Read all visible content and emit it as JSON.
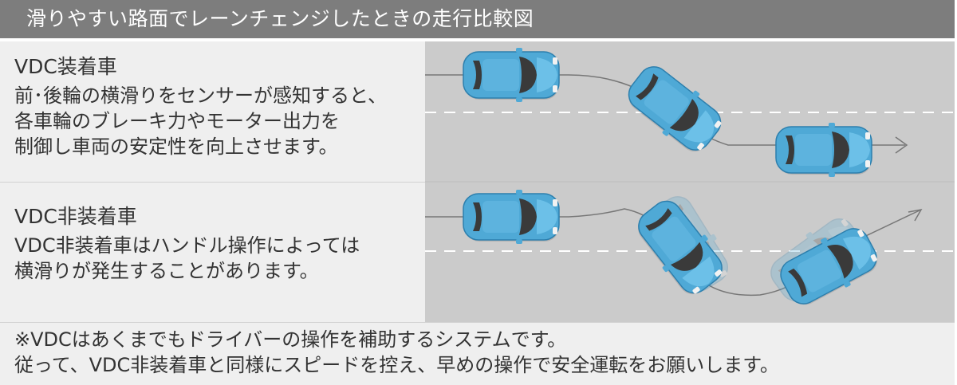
{
  "header": {
    "title": "滑りやすい路面でレーンチェンジしたときの走行比較図"
  },
  "with_vdc": {
    "title": "VDC装着車",
    "description": "前･後輪の横滑りをセンサーが感知すると、\n各車輪のブレーキ力やモーター出力を\n制御し車両の安定性を向上させます。"
  },
  "without_vdc": {
    "title": "VDC非装着車",
    "description": "VDC非装着車はハンドル操作によっては\n横滑りが発生することがあります。"
  },
  "note": {
    "line1": "※VDCはあくまでもドライバーの操作を補助するシステムです。",
    "line2": "従って、VDC非装着車と同様にスピードを控え、早めの操作で安全運転をお願いします。"
  },
  "colors": {
    "header_bg": "#7d7d7d",
    "panel_bg": "#efefef",
    "road_bg": "#cbcbcb",
    "car_body": "#4fa9d6",
    "car_glass": "#3a3a3a"
  }
}
